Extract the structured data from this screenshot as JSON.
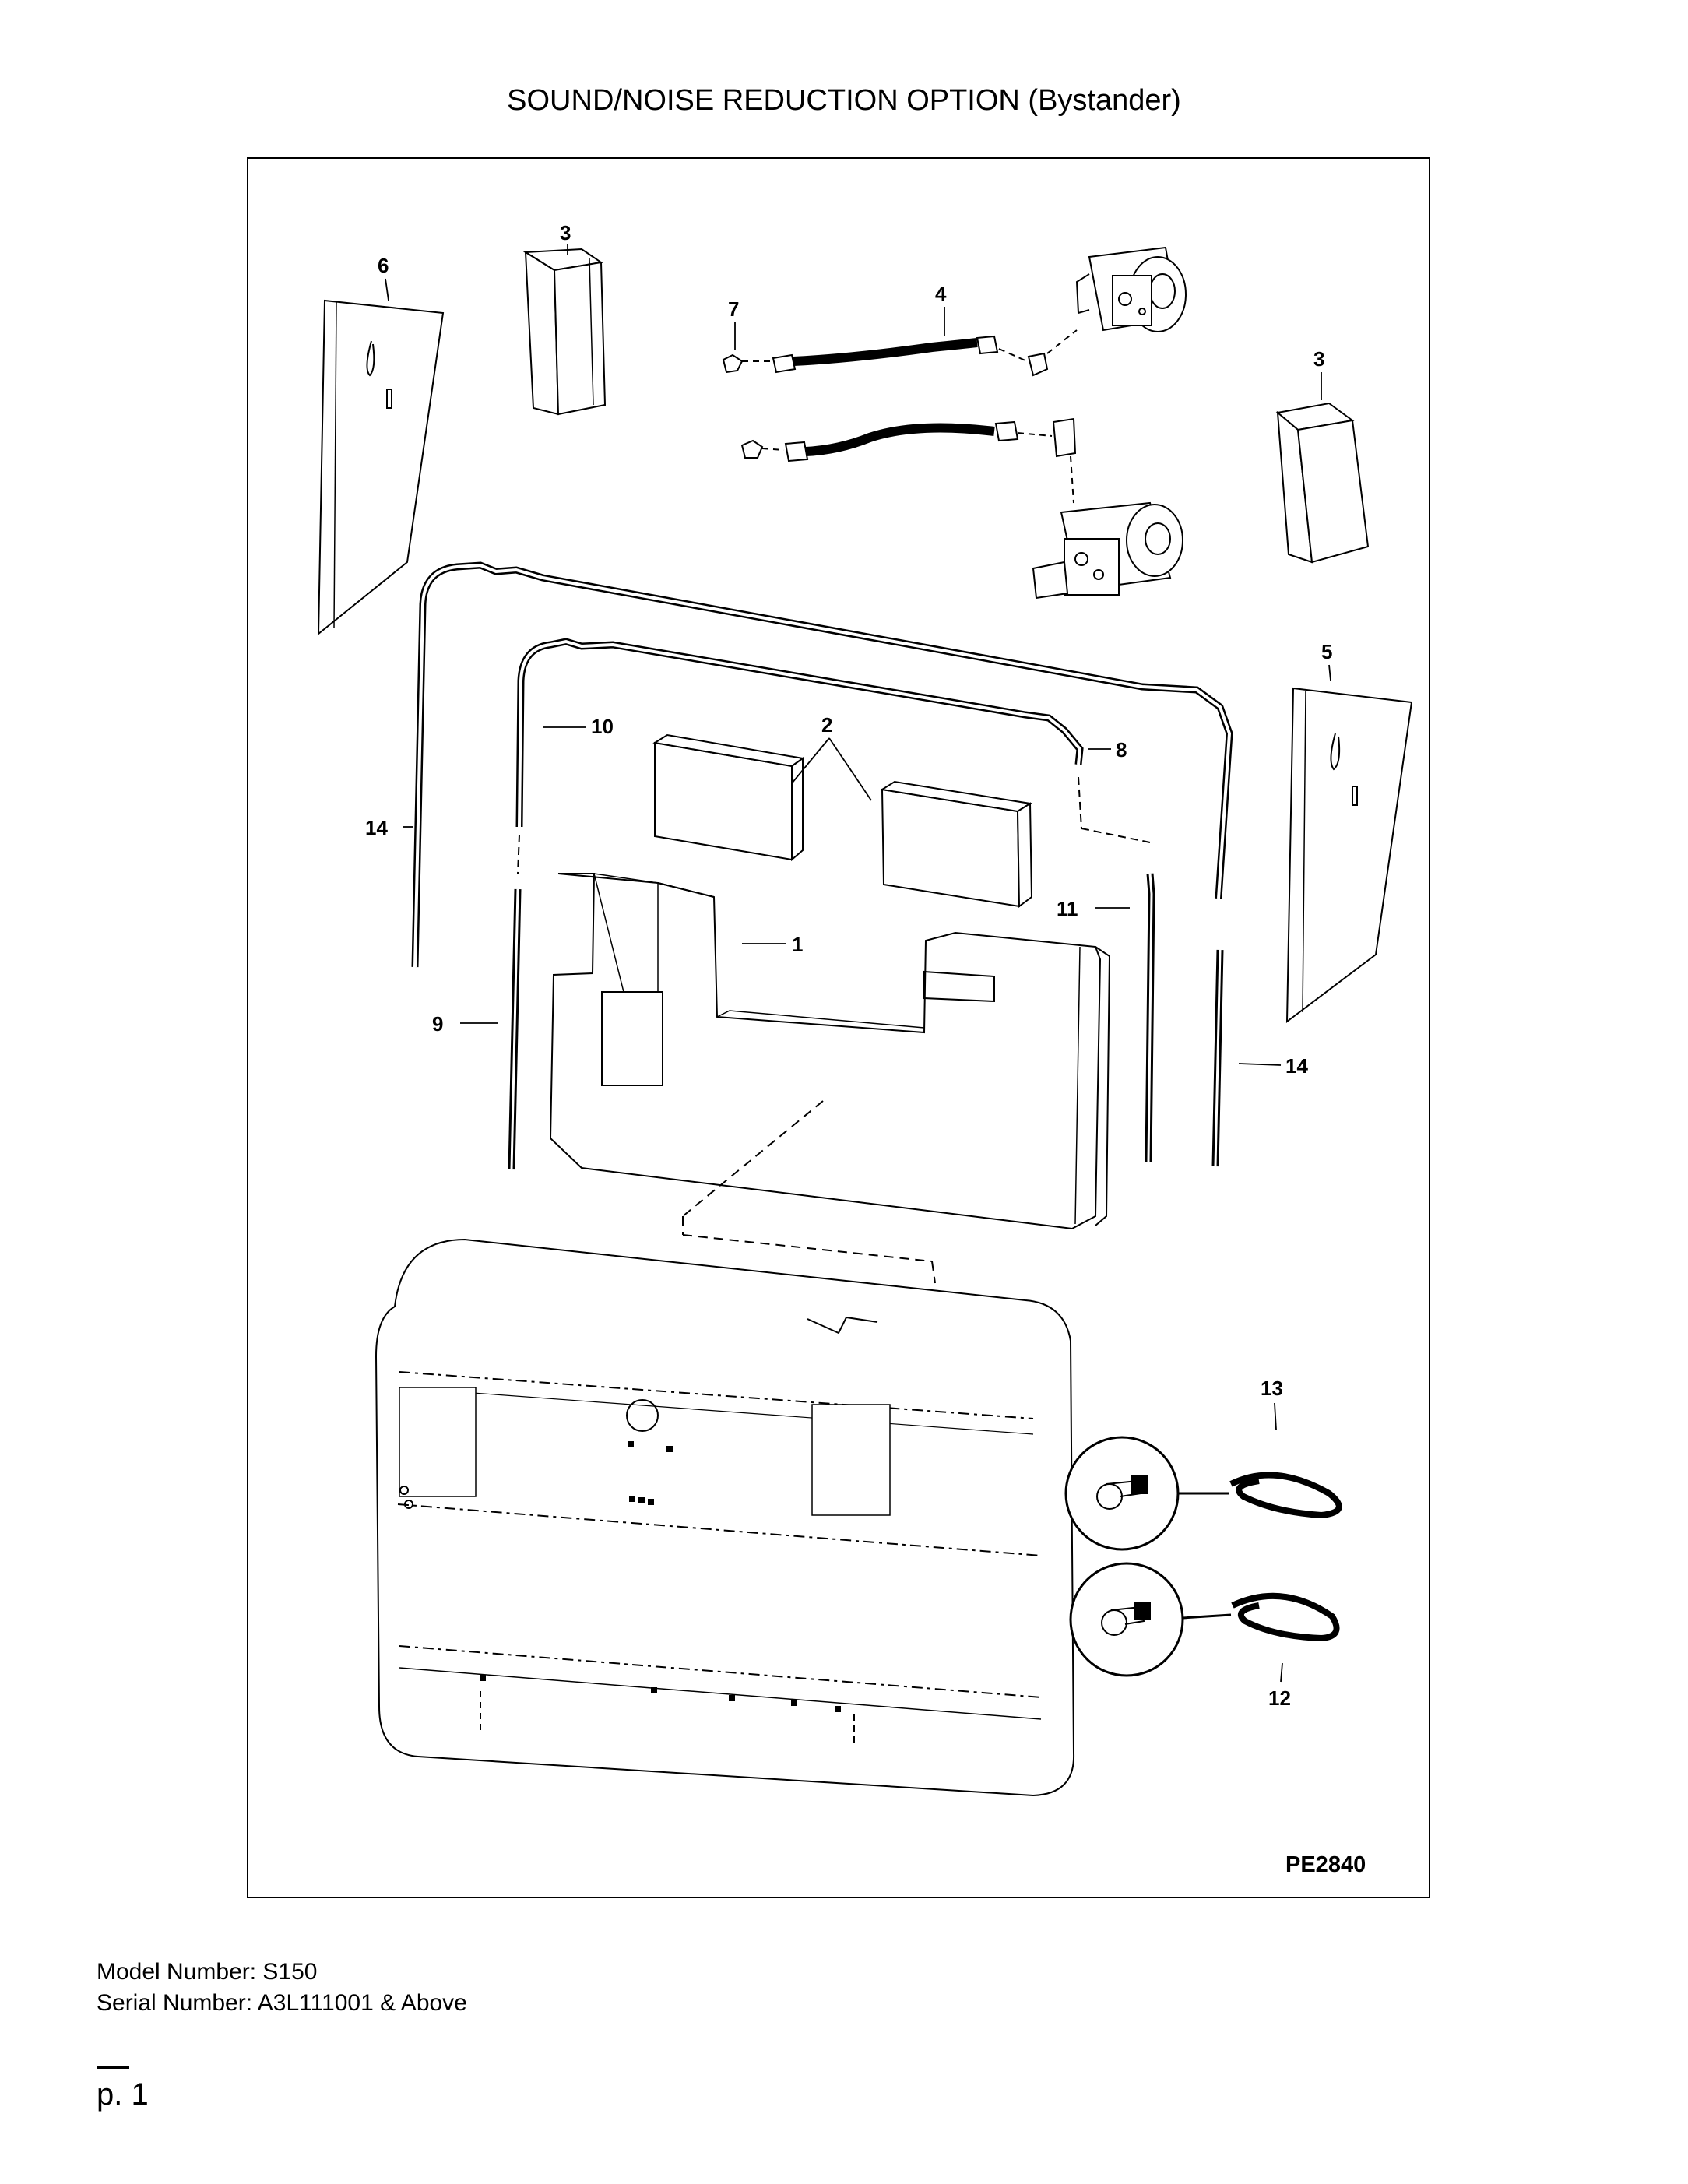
{
  "title": "SOUND/NOISE REDUCTION OPTION (Bystander)",
  "figure_code": "PE2840",
  "callouts": {
    "c1": "1",
    "c2": "2",
    "c3a": "3",
    "c3b": "3",
    "c4": "4",
    "c5": "5",
    "c6": "6",
    "c7": "7",
    "c8": "8",
    "c9": "9",
    "c10": "10",
    "c11": "11",
    "c12": "12",
    "c13": "13",
    "c14a": "14",
    "c14b": "14"
  },
  "footer": {
    "model": "Model Number: S150",
    "serial": "Serial Number: A3L111001 & Above",
    "page": "p. 1"
  }
}
